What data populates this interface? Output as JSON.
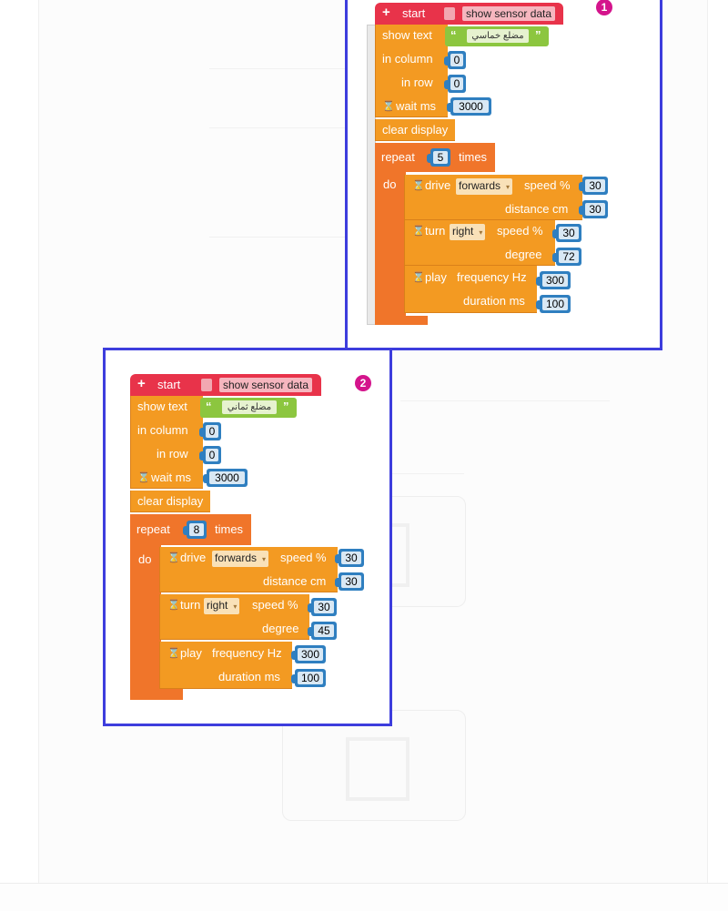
{
  "programs": [
    {
      "badge": "1",
      "start_label": "start",
      "show_sensor_label": "show sensor data",
      "show_text_label": "show text",
      "text_value": "مضلع خماسي",
      "in_column_label": "in column",
      "in_column_value": "0",
      "in_row_label": "in row",
      "in_row_value": "0",
      "wait_label": "wait ms",
      "wait_value": "3000",
      "clear_label": "clear display",
      "repeat_label": "repeat",
      "repeat_value": "5",
      "times_label": "times",
      "do_label": "do",
      "drive_label": "drive",
      "drive_dir": "forwards",
      "speed_label": "speed %",
      "drive_speed": "30",
      "distance_label": "distance cm",
      "distance_value": "30",
      "turn_label": "turn",
      "turn_dir": "right",
      "turn_speed": "30",
      "degree_label": "degree",
      "degree_value": "72",
      "play_label": "play",
      "freq_label": "frequency Hz",
      "freq_value": "300",
      "duration_label": "duration ms",
      "duration_value": "100"
    },
    {
      "badge": "2",
      "start_label": "start",
      "show_sensor_label": "show sensor data",
      "show_text_label": "show text",
      "text_value": "مضلع ثماني",
      "in_column_label": "in column",
      "in_column_value": "0",
      "in_row_label": "in row",
      "in_row_value": "0",
      "wait_label": "wait ms",
      "wait_value": "3000",
      "clear_label": "clear display",
      "repeat_label": "repeat",
      "repeat_value": "8",
      "times_label": "times",
      "do_label": "do",
      "drive_label": "drive",
      "drive_dir": "forwards",
      "speed_label": "speed %",
      "drive_speed": "30",
      "distance_label": "distance cm",
      "distance_value": "30",
      "turn_label": "turn",
      "turn_dir": "right",
      "turn_speed": "30",
      "degree_label": "degree",
      "degree_value": "45",
      "play_label": "play",
      "freq_label": "frequency Hz",
      "freq_value": "300",
      "duration_label": "duration ms",
      "duration_value": "100"
    }
  ],
  "icons": {
    "plus": "+",
    "hourglass": "⌛",
    "open_quote": "“",
    "close_quote": "”",
    "caret": "▾"
  },
  "colors": {
    "frame": "#3d3ddd",
    "hat": "#e8334a",
    "block": "#f39a22",
    "loop": "#f0752a",
    "string": "#8cc63f",
    "number": "#2f7fc0",
    "badge": "#d4148c"
  }
}
